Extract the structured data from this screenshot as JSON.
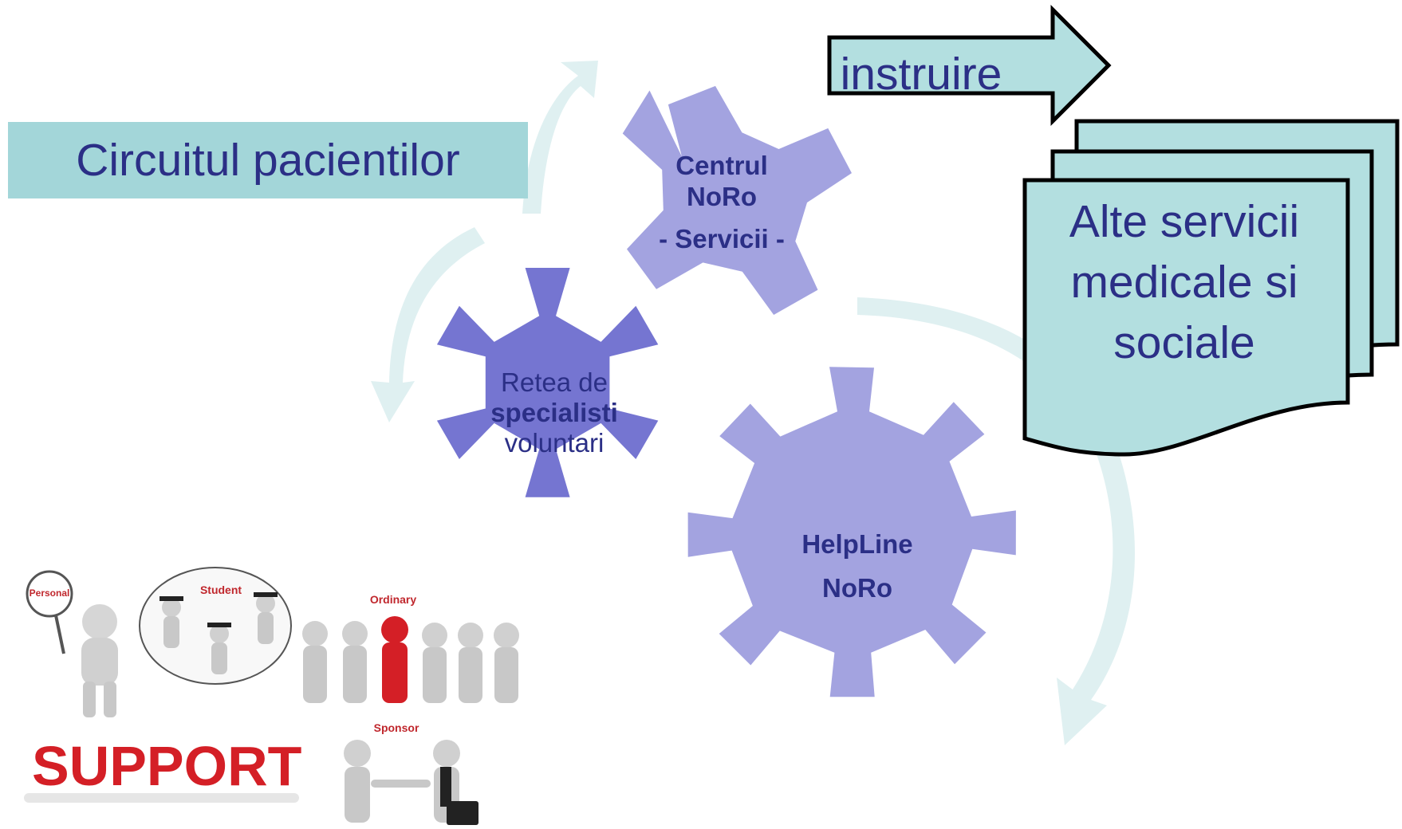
{
  "title": "Circuitul pacientilor",
  "arrow_label": "instruire",
  "documents_label": [
    "Alte servicii",
    "medicale si",
    "sociale"
  ],
  "gears": {
    "centrul": {
      "line1": "Centrul",
      "line2": "NoRo",
      "line3": "- Servicii -"
    },
    "retea": {
      "line1": "Retea de",
      "line2": "specialisti",
      "line3": "voluntari"
    },
    "helpline": {
      "line1": "HelpLine",
      "line2": "NoRo"
    }
  },
  "illustration_labels": [
    "Personal",
    "Student",
    "Ordinary",
    "Sponsor",
    "SUPPORT"
  ],
  "colors": {
    "title_box": "#a3d6d9",
    "text": "#2b2f86",
    "gear_light": "#a3a3e0",
    "gear_dark": "#7575d1",
    "cycle_arrow": "#dff0f1",
    "arrow_fill": "#b3dfe0"
  }
}
